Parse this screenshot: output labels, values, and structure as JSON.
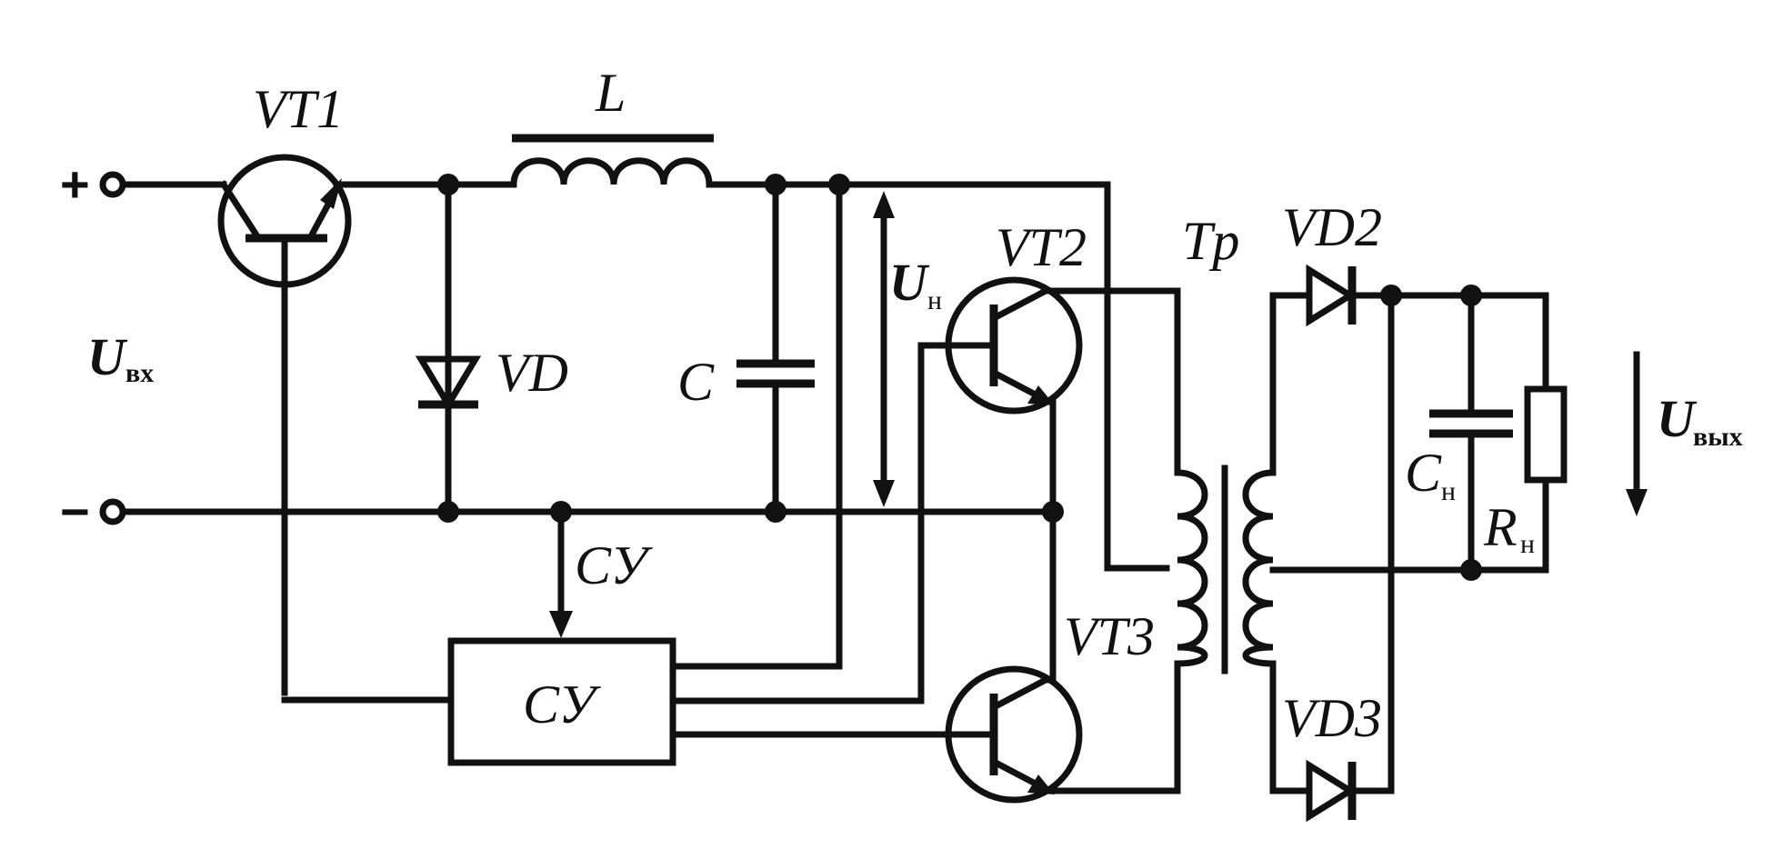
{
  "labels": {
    "vt1": "VT1",
    "inductor": "L",
    "diode": "VD",
    "capacitor": "C",
    "un_main": "U",
    "un_sub": "н",
    "vt2": "VT2",
    "vt3": "VT3",
    "transformer": "Tp",
    "vd2": "VD2",
    "vd3": "VD3",
    "cn_main": "C",
    "cn_sub": "н",
    "rn_main": "R",
    "rn_sub": "н",
    "uin_main": "U",
    "uin_sub": "вх",
    "uout_main": "U",
    "uout_sub": "вых",
    "control_block": "СУ",
    "control_arrow": "СУ",
    "plus": "+",
    "minus": "−"
  }
}
